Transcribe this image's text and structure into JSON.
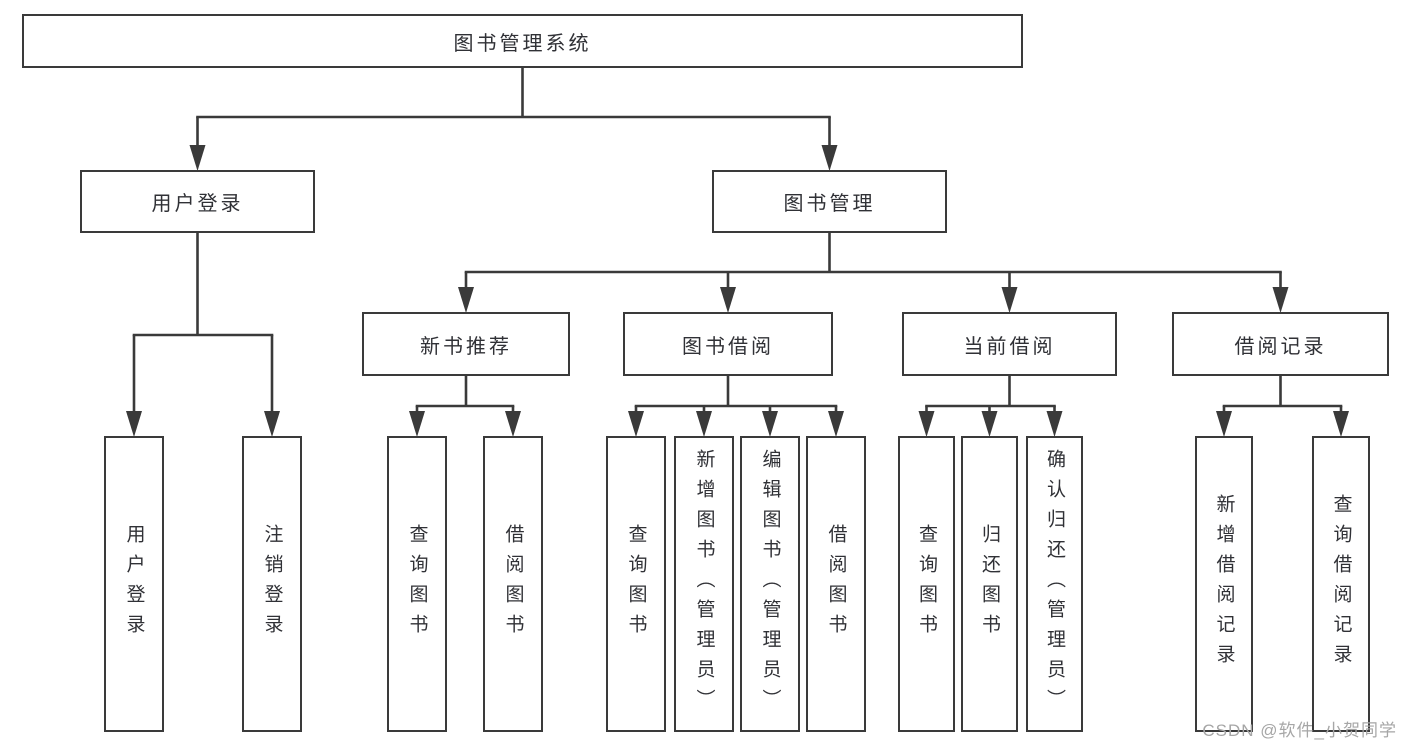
{
  "diagram": {
    "title": "图书管理系统",
    "colors": {
      "line": "#3a3a3a",
      "box_border": "#3a3a3a",
      "text": "#303136",
      "background": "#ffffff"
    },
    "nodes": [
      {
        "id": "root",
        "label": "图书管理系统",
        "parent": null,
        "text_direction": "horizontal"
      },
      {
        "id": "user-login",
        "label": "用户登录",
        "parent": "root",
        "text_direction": "horizontal"
      },
      {
        "id": "book-mgmt",
        "label": "图书管理",
        "parent": "root",
        "text_direction": "horizontal"
      },
      {
        "id": "new-book-rec",
        "label": "新书推荐",
        "parent": "book-mgmt",
        "text_direction": "horizontal"
      },
      {
        "id": "book-borrow",
        "label": "图书借阅",
        "parent": "book-mgmt",
        "text_direction": "horizontal"
      },
      {
        "id": "current-borrow",
        "label": "当前借阅",
        "parent": "book-mgmt",
        "text_direction": "horizontal"
      },
      {
        "id": "borrow-record",
        "label": "借阅记录",
        "parent": "book-mgmt",
        "text_direction": "horizontal"
      },
      {
        "id": "leaf-user-login",
        "label": "用户登录",
        "parent": "user-login",
        "text_direction": "vertical"
      },
      {
        "id": "leaf-logout",
        "label": "注销登录",
        "parent": "user-login",
        "text_direction": "vertical"
      },
      {
        "id": "leaf-nbr-query",
        "label": "查询图书",
        "parent": "new-book-rec",
        "text_direction": "vertical"
      },
      {
        "id": "leaf-nbr-borrow",
        "label": "借阅图书",
        "parent": "new-book-rec",
        "text_direction": "vertical"
      },
      {
        "id": "leaf-bb-query",
        "label": "查询图书",
        "parent": "book-borrow",
        "text_direction": "vertical"
      },
      {
        "id": "leaf-bb-add",
        "label": "新增图书（管理员）",
        "parent": "book-borrow",
        "text_direction": "vertical"
      },
      {
        "id": "leaf-bb-edit",
        "label": "编辑图书（管理员）",
        "parent": "book-borrow",
        "text_direction": "vertical"
      },
      {
        "id": "leaf-bb-borrow",
        "label": "借阅图书",
        "parent": "book-borrow",
        "text_direction": "vertical"
      },
      {
        "id": "leaf-cb-query",
        "label": "查询图书",
        "parent": "current-borrow",
        "text_direction": "vertical"
      },
      {
        "id": "leaf-cb-return",
        "label": "归还图书",
        "parent": "current-borrow",
        "text_direction": "vertical"
      },
      {
        "id": "leaf-cb-confirm",
        "label": "确认归还（管理员）",
        "parent": "current-borrow",
        "text_direction": "vertical"
      },
      {
        "id": "leaf-br-add",
        "label": "新增借阅记录",
        "parent": "borrow-record",
        "text_direction": "vertical"
      },
      {
        "id": "leaf-br-query",
        "label": "查询借阅记录",
        "parent": "borrow-record",
        "text_direction": "vertical"
      }
    ]
  },
  "watermark": {
    "text": "CSDN @软件_小贺同学",
    "color": "#a6a6a6"
  }
}
